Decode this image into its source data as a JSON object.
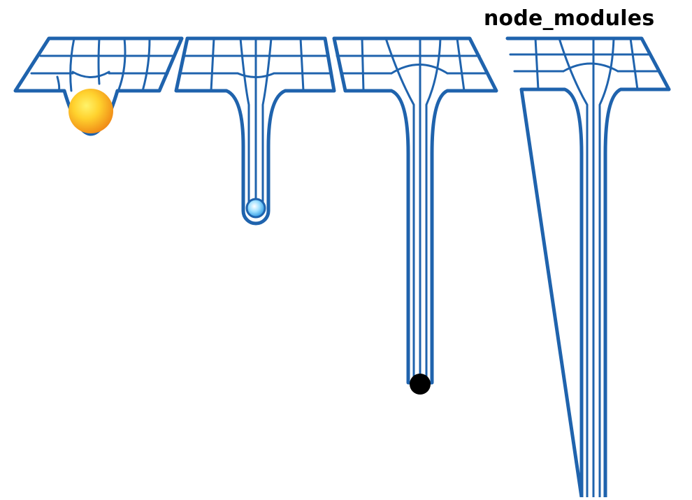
{
  "caption": "node_modules",
  "colors": {
    "background": "#ffffff",
    "grid_line": "#1f63ad",
    "text": "#000000"
  },
  "panels": [
    {
      "name": "shallow-well",
      "object": "sun",
      "object_color": "#ffb020"
    },
    {
      "name": "deep-well",
      "object": "blue-star",
      "object_color": "#3aaef0"
    },
    {
      "name": "deeper-well",
      "object": "black-hole",
      "object_color": "#000000"
    },
    {
      "name": "bottomless-well",
      "object": "none",
      "object_color": ""
    }
  ]
}
